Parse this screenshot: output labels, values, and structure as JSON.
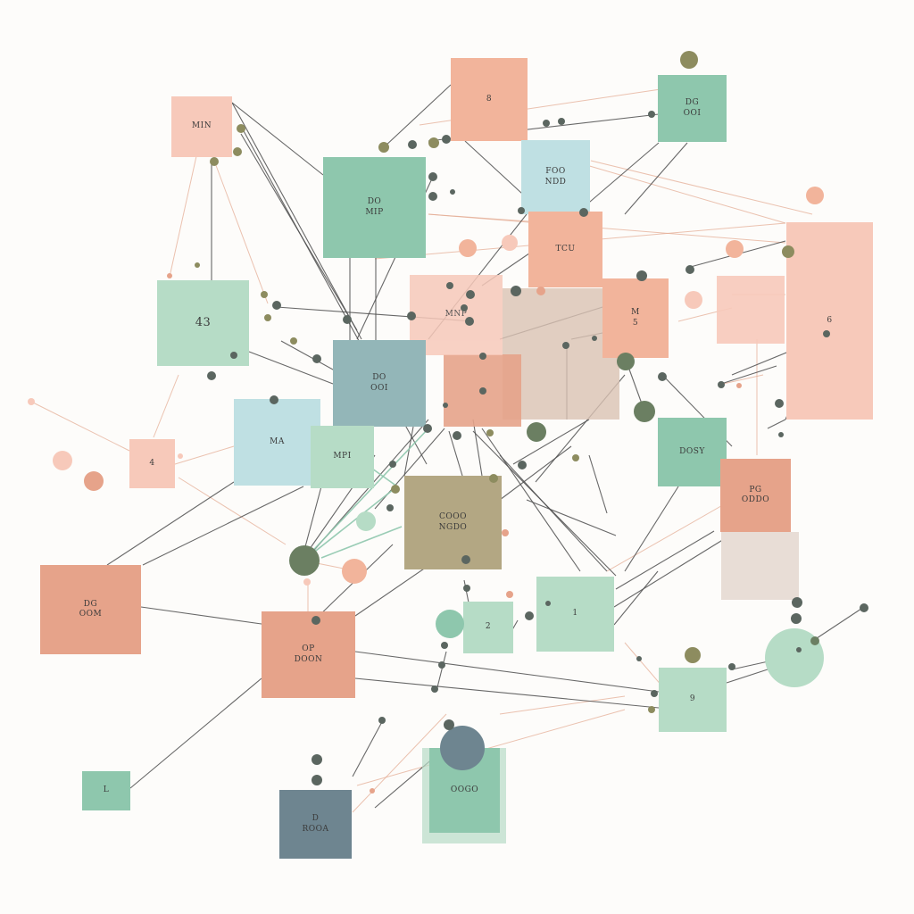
{
  "palette": {
    "peach": "#f2b49b",
    "salmon": "#e6a38a",
    "light-peach": "#f7c9ba",
    "mint": "#8ec7ad",
    "pale-mint": "#b6dcc6",
    "sky": "#bfe0e3",
    "slate-teal": "#93b6b8",
    "olive": "#b3a783",
    "slate": "#6e8590",
    "taupe": "#d9c2b3",
    "sand": "#e8ddd6",
    "dark-olive": "#6b7f62",
    "dot-dark": "#5b6660",
    "dot-olive": "#8d8c5f",
    "edge-dark": "#4d4d4d",
    "edge-peach": "#e2a88f"
  },
  "nodes": [
    {
      "id": "n1",
      "label1": "MIN",
      "label2": ""
    },
    {
      "id": "n2",
      "label1": "8",
      "label2": ""
    },
    {
      "id": "n3",
      "label1": "DG",
      "label2": "OOI"
    },
    {
      "id": "n4",
      "label1": "DO",
      "label2": "MIP"
    },
    {
      "id": "n5",
      "label1": "FOO",
      "label2": "NDD"
    },
    {
      "id": "n6",
      "label1": "TCU",
      "label2": ""
    },
    {
      "id": "n7",
      "label1": "MNP",
      "label2": ""
    },
    {
      "id": "n8",
      "label1": "6",
      "label2": ""
    },
    {
      "id": "n9",
      "label1": "43",
      "label2": ""
    },
    {
      "id": "n10",
      "label1": "M",
      "label2": "5"
    },
    {
      "id": "n11",
      "label1": "DO",
      "label2": "OOI"
    },
    {
      "id": "n12",
      "label1": "MA",
      "label2": ""
    },
    {
      "id": "n13",
      "label1": "MPI",
      "label2": ""
    },
    {
      "id": "n14",
      "label1": "4",
      "label2": ""
    },
    {
      "id": "n15",
      "label1": "DOSY",
      "label2": ""
    },
    {
      "id": "n16",
      "label1": "PG",
      "label2": "ODDO"
    },
    {
      "id": "n17",
      "label1": "COOO",
      "label2": "NGDO"
    },
    {
      "id": "n18",
      "label1": "DG",
      "label2": "OOM"
    },
    {
      "id": "n19",
      "label1": "2",
      "label2": ""
    },
    {
      "id": "n20",
      "label1": "1",
      "label2": ""
    },
    {
      "id": "n21",
      "label1": "OP",
      "label2": "DOON"
    },
    {
      "id": "n22",
      "label1": "9",
      "label2": ""
    },
    {
      "id": "n23",
      "label1": "L",
      "label2": ""
    },
    {
      "id": "n24",
      "label1": "OOGO",
      "label2": ""
    },
    {
      "id": "n25",
      "label1": "D",
      "label2": "ROOA"
    }
  ]
}
